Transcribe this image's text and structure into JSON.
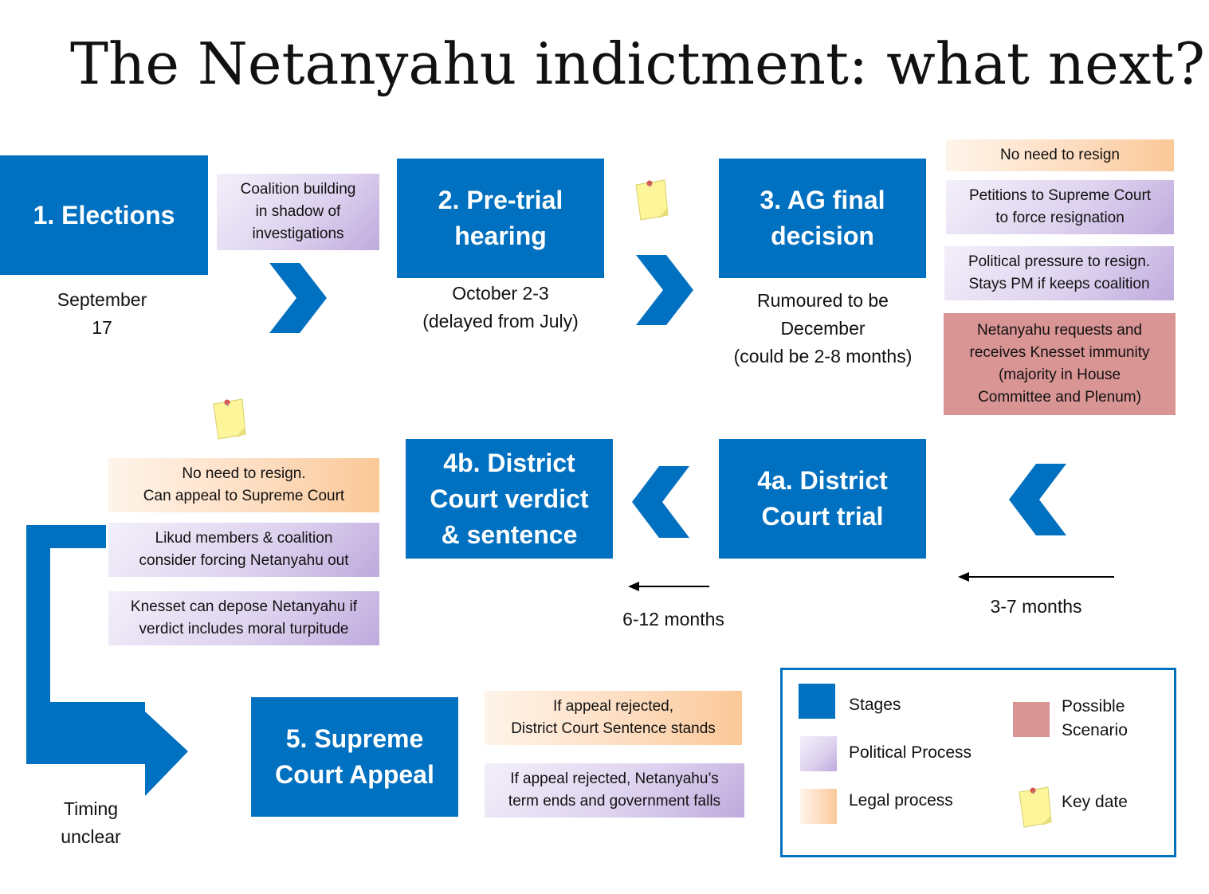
{
  "title": "The Netanyahu indictment: what next?",
  "stages": {
    "elections": "1. Elections",
    "pretrial": "2. Pre-trial\nhearing",
    "ag": "3. AG final\ndecision",
    "trial": "4a. District\nCourt trial",
    "verdict": "4b. District\nCourt verdict\n& sentence",
    "appeal": "5. Supreme\nCourt Appeal"
  },
  "dates": {
    "elections": "September\n17",
    "pretrial": "October  2-3\n(delayed from July)",
    "ag": "Rumoured to be\nDecember\n(could be 2-8 months)",
    "appeal": "Timing\nunclear"
  },
  "durations": {
    "trial": "3-7 months",
    "verdict": "6-12 months"
  },
  "notes": {
    "coalition": "Coalition building\nin shadow of\ninvestigations",
    "no_need_resign": "No need to resign",
    "petitions": "Petitions to Supreme Court\nto force resignation",
    "political_pressure": "Political pressure to resign.\nStays PM if keeps coalition",
    "immunity": "Netanyahu requests and\nreceives Knesset immunity\n(majority in House\nCommittee and Plenum)",
    "no_need_appeal": "No need to resign.\nCan appeal to Supreme Court",
    "likud": "Likud members & coalition\nconsider forcing Netanyahu out",
    "knesset_depose": "Knesset can depose Netanyahu if\nverdict  includes moral turpitude",
    "appeal_rejected_legal": "If appeal rejected,\nDistrict Court Sentence stands",
    "appeal_rejected_political": "If appeal rejected, Netanyahu’s\nterm ends and government falls"
  },
  "legend": {
    "stages": "Stages",
    "political": "Political Process",
    "legal": "Legal process",
    "scenario": "Possible\nScenario",
    "key_date": "Key date"
  },
  "colors": {
    "stage": "#0070c0",
    "political": "#c9b8e3",
    "legal": "#fcd5b4",
    "scenario": "#d99494",
    "sticky": "#fdf59a"
  }
}
